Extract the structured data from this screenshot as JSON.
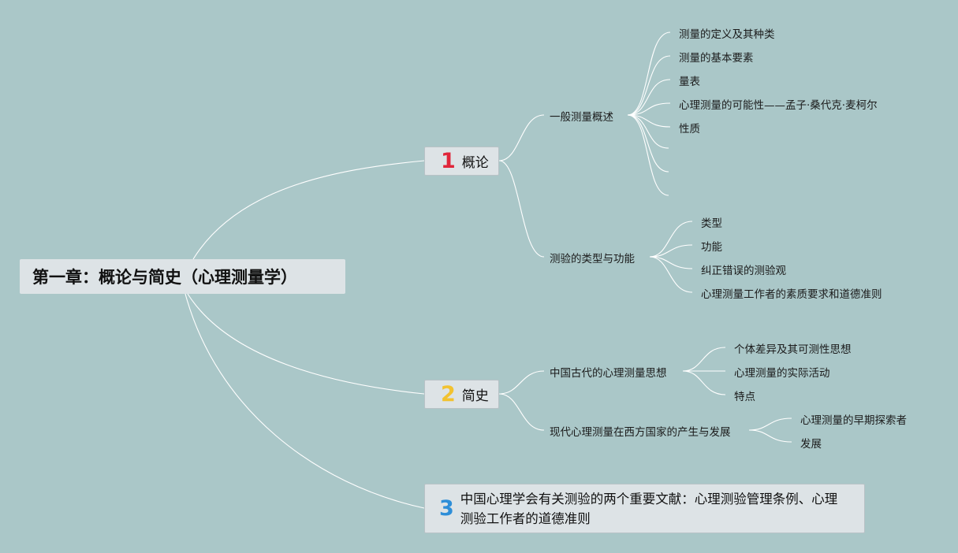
{
  "root": {
    "title": "第一章：概论与简史（心理测量学）"
  },
  "sections": [
    {
      "number": "1",
      "number_color": "#e0263a",
      "title": "概论",
      "subtopics": [
        {
          "title": "一般测量概述",
          "items": [
            "测量的定义及其种类",
            "测量的基本要素",
            "量表",
            "心理测量的可能性——孟子·桑代克·麦柯尔",
            "性质",
            "",
            "",
            ""
          ]
        },
        {
          "title": "测验的类型与功能",
          "items": [
            "类型",
            "功能",
            "纠正错误的测验观",
            "心理测量工作者的素质要求和道德准则"
          ]
        }
      ]
    },
    {
      "number": "2",
      "number_color": "#f2c230",
      "title": "简史",
      "subtopics": [
        {
          "title": "中国古代的心理测量思想",
          "items": [
            "个体差异及其可测性思想",
            "心理测量的实际活动",
            "特点"
          ]
        },
        {
          "title": "现代心理测量在西方国家的产生与发展",
          "items": [
            "心理测量的早期探索者",
            "发展"
          ]
        }
      ]
    },
    {
      "number": "3",
      "number_color": "#2d8ed8",
      "title": "中国心理学会有关测验的两个重要文献：心理测验管理条例、心理测验工作者的道德准则"
    }
  ]
}
